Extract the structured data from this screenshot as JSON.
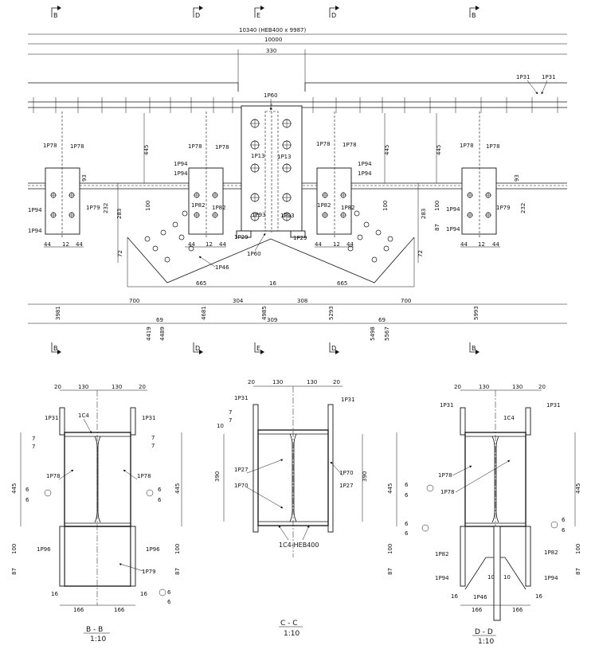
{
  "overall_dims": {
    "total": "10340 (HEB400 x 9987)",
    "span": "10000",
    "center_plate": "330"
  },
  "section_marks": [
    "B",
    "D",
    "E",
    "D",
    "B"
  ],
  "part_marks": {
    "p31": "1P31",
    "p60": "1P60",
    "p78": "1P78",
    "p94": "1P94",
    "p79": "1P79",
    "p82": "1P82",
    "p13": "1P13",
    "p93": "1P93",
    "p29": "1P29",
    "p46": "1P46",
    "p27": "1P27",
    "p70": "1P70",
    "p96": "1P96",
    "c4": "1C4",
    "c4_heb": "1C4-HEB400"
  },
  "elevation_dims": {
    "d445": "445",
    "d93": "93",
    "d232": "232",
    "d283": "283",
    "d100": "100",
    "d87": "87",
    "d72": "72",
    "d44": "44",
    "d12": "12",
    "d665": "665",
    "d16": "16",
    "d700": "700",
    "d304": "304",
    "d308": "308",
    "d69": "69",
    "d309": "309"
  },
  "stations": [
    "3981",
    "4419",
    "4489",
    "4681",
    "4985",
    "5293",
    "5498",
    "5567",
    "5993"
  ],
  "section_dims": {
    "d20": "20",
    "d130": "130",
    "d445": "445",
    "d390": "390",
    "d100": "100",
    "d87": "87",
    "d16": "16",
    "d166": "166",
    "d10": "10",
    "weld7": "7",
    "weld6": "6"
  },
  "views": [
    {
      "name": "B - B",
      "scale": "1:10"
    },
    {
      "name": "C - C",
      "scale": "1:10"
    },
    {
      "name": "D - D",
      "scale": "1:10"
    }
  ]
}
